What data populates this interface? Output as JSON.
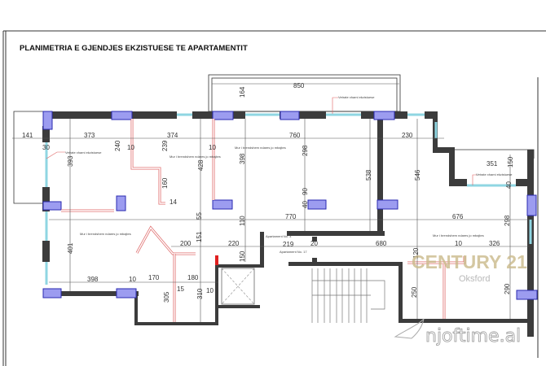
{
  "title": "PLANIMETRIA E GJENDJES EKZISTUESE TE APARTAMENTIT",
  "colors": {
    "wall": "#3c3c3c",
    "window": "#8fd6e2",
    "column": "#9c9cf0",
    "interior_wall": "#e07070",
    "watermark": "#c9b98a"
  },
  "dimensions": [
    "850",
    "164",
    "141",
    "373",
    "374",
    "760",
    "230",
    "30",
    "240",
    "10",
    "239",
    "10",
    "393",
    "428",
    "398",
    "298",
    "538",
    "546",
    "351",
    "150",
    "160",
    "14",
    "90",
    "40",
    "55",
    "770",
    "110",
    "676",
    "298",
    "401",
    "151",
    "200",
    "220",
    "219",
    "20",
    "680",
    "10",
    "326",
    "120",
    "150",
    "398",
    "10",
    "170",
    "180",
    "15",
    "305",
    "310",
    "10",
    "250",
    "290",
    "40"
  ],
  "annotations": {
    "glass_1": "Vetrate xhami ekzistuese",
    "glass_2": "Vetrate xhami ekzistuese",
    "glass_3": "Vetrate xhami ekzistuese",
    "wall_1": "Mur i brendshem ndares jo mbajtes",
    "wall_2": "Mur i brendshem ndares jo mbajtes",
    "wall_3": "Mur i brendshem ndares jo mbajtes",
    "wall_4": "Mur i brendshem ndares jo mbajtes",
    "apt_3": "Apartament No. 3",
    "apt_17": "Apartament No. 17"
  },
  "watermarks": {
    "brand": "CENTURY 21",
    "office": "Oksford",
    "site": "njoftime.al"
  }
}
